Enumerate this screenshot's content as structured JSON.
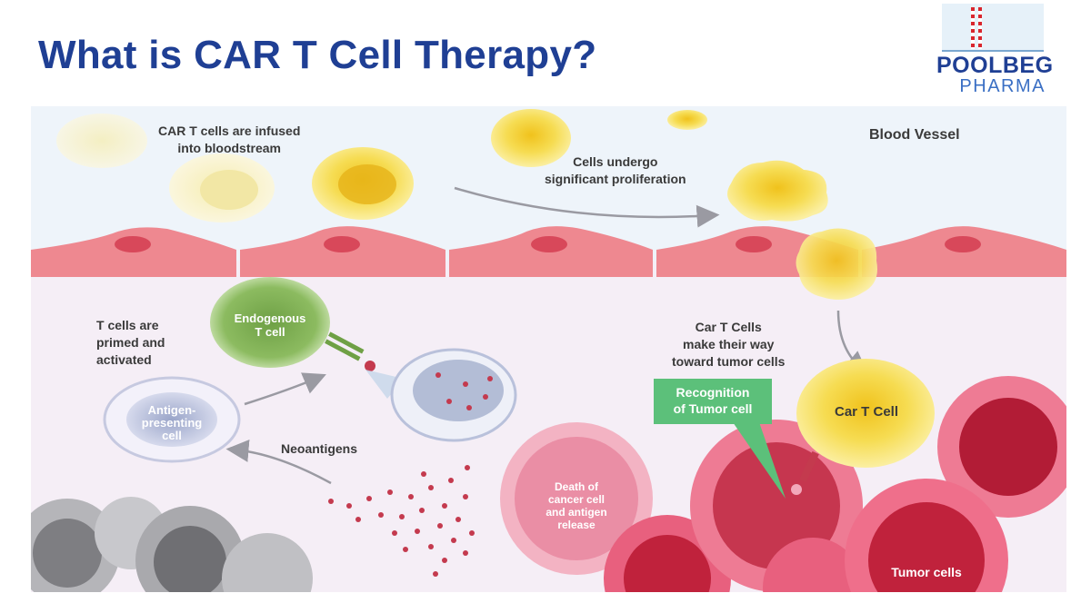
{
  "slide": {
    "title": "What is CAR T Cell Therapy?"
  },
  "logo": {
    "line1": "POOLBEG",
    "line2": "PHARMA"
  },
  "diagram": {
    "region_label": "Blood Vessel",
    "labels": {
      "infused_line1": "CAR T cells are infused",
      "infused_line2": "into bloodstream",
      "proliferation_line1": "Cells undergo",
      "proliferation_line2": "significant proliferation",
      "primed_line1": "T cells are",
      "primed_line2": "primed and",
      "primed_line3": "activated",
      "migration_line1": "Car T Cells",
      "migration_line2": "make their way",
      "migration_line3": "toward tumor cells",
      "neoantigens": "Neoantigens"
    },
    "cells": {
      "endogenous_line1": "Endogenous",
      "endogenous_line2": "T cell",
      "apc_line1": "Antigen-",
      "apc_line2": "presenting",
      "apc_line3": "cell",
      "car_t": "Car T Cell",
      "death_line1": "Death of",
      "death_line2": "cancer cell",
      "death_line3": "and antigen",
      "death_line4": "release",
      "tumor": "Tumor cells"
    },
    "callout": {
      "line1": "Recognition",
      "line2": "of Tumor cell"
    },
    "colors": {
      "title": "#1f3f94",
      "callout": "#5cc07a",
      "vessel": "#ee8890",
      "car_t": "#f2d63a",
      "tumor": "#c0223c"
    }
  }
}
